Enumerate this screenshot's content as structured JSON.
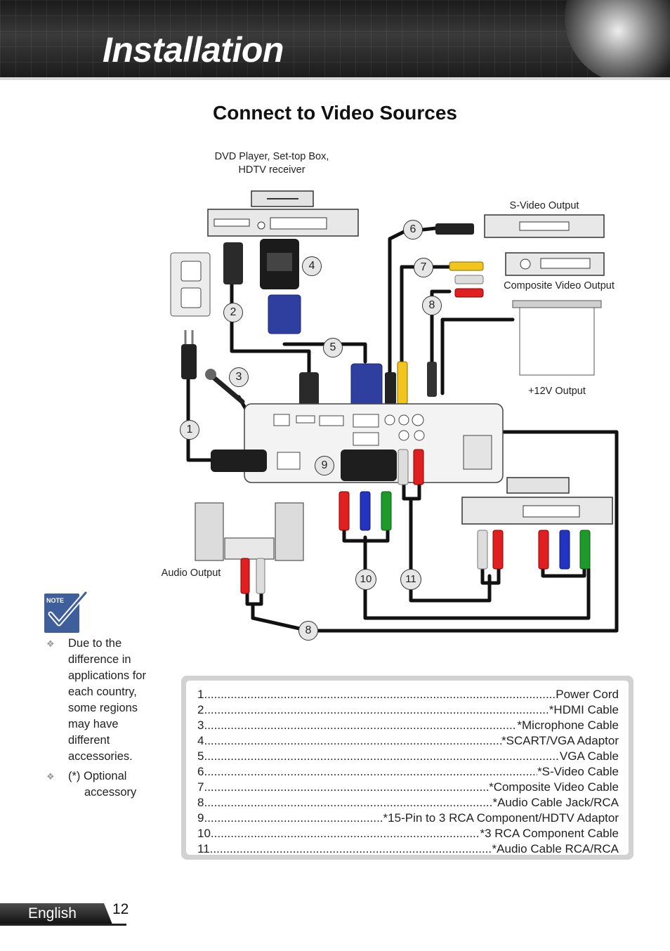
{
  "header": {
    "title": "Installation"
  },
  "section_title": "Connect to Video Sources",
  "diagram": {
    "labels": {
      "dvd_line1": "DVD Player, Set-top Box,",
      "dvd_line2": "HDTV receiver",
      "svideo_output": "S-Video Output",
      "composite_output": "Composite Video Output",
      "twelve_v_output": "+12V Output",
      "audio_output": "Audio Output"
    },
    "callouts": [
      "1",
      "2",
      "3",
      "4",
      "5",
      "6",
      "7",
      "8",
      "9",
      "10",
      "11",
      "8"
    ]
  },
  "note": {
    "badge": "NOTE",
    "items": [
      {
        "bullet": "❖",
        "text": "Due to the difference in applications for each country, some regions may have different accessories."
      },
      {
        "bullet": "❖",
        "text_first": "(*) Optional",
        "text_second": "accessory"
      }
    ]
  },
  "legend": [
    {
      "num": "1",
      "item": "Power Cord"
    },
    {
      "num": "2",
      "item": "*HDMI Cable"
    },
    {
      "num": "3",
      "item": "*Microphone Cable"
    },
    {
      "num": "4",
      "item": "*SCART/VGA Adaptor"
    },
    {
      "num": "5",
      "item": "VGA Cable"
    },
    {
      "num": "6",
      "item": "*S-Video Cable"
    },
    {
      "num": "7",
      "item": "*Composite Video Cable"
    },
    {
      "num": "8",
      "item": "*Audio Cable Jack/RCA"
    },
    {
      "num": "9",
      "item": "*15-Pin to 3 RCA Component/HDTV Adaptor"
    },
    {
      "num": "10",
      "item": "*3 RCA Component Cable"
    },
    {
      "num": "11",
      "item": "*Audio Cable RCA/RCA"
    }
  ],
  "footer": {
    "language": "English",
    "page": "12"
  }
}
